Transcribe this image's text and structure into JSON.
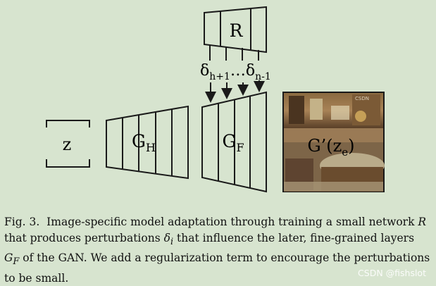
{
  "diagram": {
    "z_label": "z",
    "gh": {
      "main": "G",
      "sub": "H"
    },
    "gf": {
      "main": "G",
      "sub": "F"
    },
    "r_label": "R",
    "delta_left": {
      "main": "δ",
      "sub": "h+1"
    },
    "delta_dots": "…",
    "delta_right": {
      "main": "δ",
      "sub": "n-1"
    },
    "output": {
      "main": "G’(z",
      "sub": "e",
      "close": ")"
    },
    "image_watermark": "CSDN"
  },
  "caption": {
    "fig": "Fig. 3.",
    "t1": "Image-specific model adaptation through training a small network",
    "R": "R",
    "t2": "that produces perturbations",
    "delta": "δ",
    "i": "i",
    "t3": "that influence the later, fine-grained layers",
    "G": "G",
    "F": "F",
    "t4": "of the GAN. We add a regularization term to encourage the perturbations to be small."
  },
  "watermark": "CSDN @fishslot",
  "colors": {
    "background": "#d7e4cf",
    "stroke": "#1a1a1a"
  }
}
